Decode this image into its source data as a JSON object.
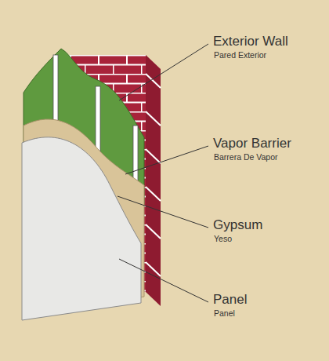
{
  "diagram": {
    "labels": [
      "Exterior Wall",
      "Pared Exterior",
      "Vapor Barrier",
      "Barrera De Vapor",
      "Gypsum",
      "Yeso",
      "Panel",
      "Panel"
    ]
  }
}
